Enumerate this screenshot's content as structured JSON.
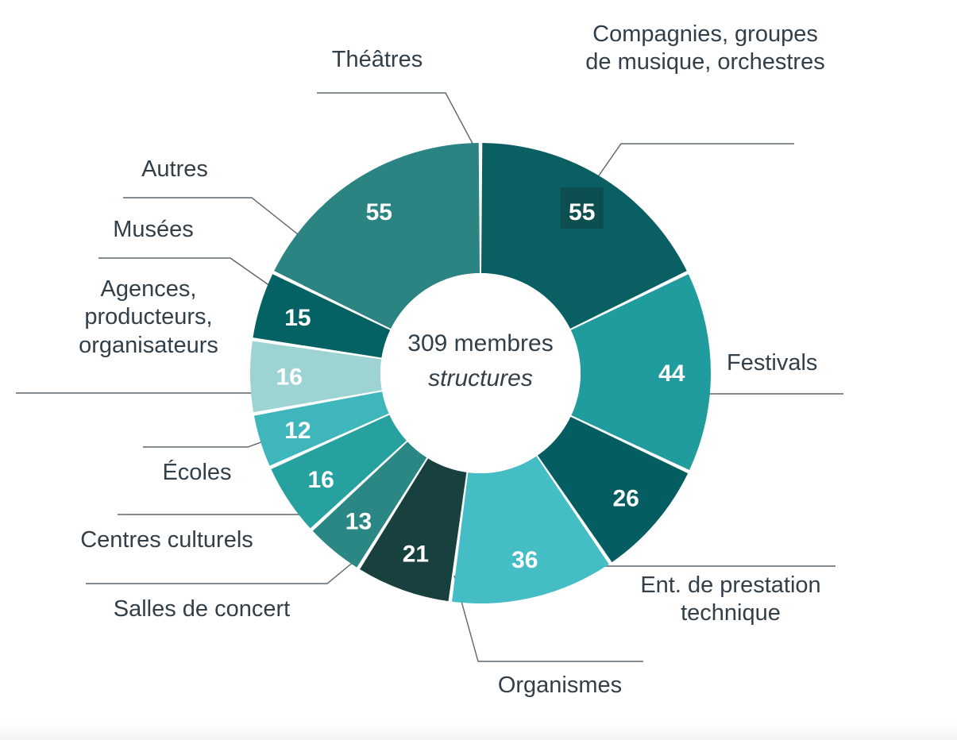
{
  "center": {
    "line1": "309 membres",
    "line2": "structures"
  },
  "colors": {
    "text": "#333f48",
    "leader": "#5b666e",
    "background": "#ffffff",
    "value_text": "#ffffff",
    "highlight_box": "#0d4f50"
  },
  "chart_data": {
    "type": "pie",
    "title": "309 membres structures",
    "xlabel": "",
    "ylabel": "",
    "total": 309,
    "legend_position": "callout-labels",
    "grid": false,
    "categories": [
      "Compagnies, groupes de musique, orchestres",
      "Festivals",
      "Ent. de prestation technique",
      "Organismes",
      "Salles de concert",
      "Centres culturels",
      "Écoles",
      "Agences, producteurs, organisateurs",
      "Musées",
      "Autres",
      "Théâtres"
    ],
    "values": [
      55,
      44,
      26,
      36,
      21,
      13,
      16,
      12,
      16,
      15,
      55
    ],
    "colors": [
      "#0a5f63",
      "#219c9e",
      "#045e61",
      "#45bdc5",
      "#17403f",
      "#2a8784",
      "#27a0a0",
      "#3fb5bc",
      "#9ed3d3",
      "#056264",
      "#2b8382"
    ],
    "slices": [
      {
        "label": "Compagnies, groupes de musique, orchestres",
        "value": 55,
        "color": "#0a5f63",
        "highlighted": true
      },
      {
        "label": "Festivals",
        "value": 44,
        "color": "#219c9e",
        "highlighted": false
      },
      {
        "label": "Ent. de prestation technique",
        "value": 26,
        "color": "#045e61",
        "highlighted": false
      },
      {
        "label": "Organismes",
        "value": 36,
        "color": "#45bdc5",
        "highlighted": false
      },
      {
        "label": "Salles de concert",
        "value": 21,
        "color": "#17403f",
        "highlighted": false
      },
      {
        "label": "Centres culturels",
        "value": 13,
        "color": "#2a8784",
        "highlighted": false
      },
      {
        "label": "Écoles",
        "value": 16,
        "color": "#27a0a0",
        "highlighted": false
      },
      {
        "label": "Agences, producteurs, organisateurs",
        "value": 12,
        "color": "#3fb5bc",
        "highlighted": false
      },
      {
        "label": "Musées",
        "value": 16,
        "color": "#9ed3d3",
        "highlighted": false
      },
      {
        "label": "Autres",
        "value": 15,
        "color": "#056264",
        "highlighted": false
      },
      {
        "label": "Théâtres",
        "value": 55,
        "color": "#2b8382",
        "highlighted": false
      }
    ]
  },
  "labels": {
    "theatres": "Théâtres",
    "compagnies": "Compagnies, groupes\nde musique, orchestres",
    "festivals": "Festivals",
    "ent_prestation": "Ent. de prestation\ntechnique",
    "organismes": "Organismes",
    "salles_concert": "Salles de concert",
    "centres_culturels": "Centres culturels",
    "ecoles": "Écoles",
    "agences": "Agences,\nproducteurs,\norganisateurs",
    "musees": "Musées",
    "autres": "Autres"
  },
  "values": {
    "theatres": "55",
    "compagnies": "55",
    "festivals": "44",
    "ent_prestation": "26",
    "organismes": "36",
    "salles_concert": "21",
    "centres_culturels": "13",
    "ecoles": "16",
    "agences": "12",
    "musees": "16",
    "autres": "15"
  }
}
